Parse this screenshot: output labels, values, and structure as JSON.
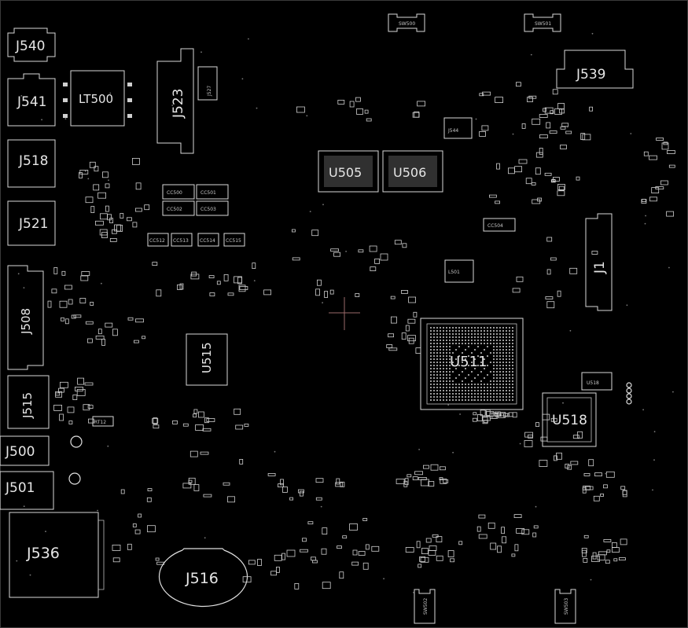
{
  "components": {
    "j540": "J540",
    "j541": "J541",
    "j518": "J518",
    "j521": "J521",
    "j508": "J508",
    "j515": "J515",
    "j500": "J500",
    "j501": "J501",
    "j536": "J536",
    "lt500": "LT500",
    "j523": "J523",
    "j527": "J527",
    "j516": "J516",
    "u505": "U505",
    "u506": "U506",
    "u515": "U515",
    "u511": "U511",
    "u518": "U518",
    "u518_small": "U518",
    "j539": "J539",
    "j544": "J544",
    "j1": "J1",
    "l501": "L501",
    "sw500": "SW500",
    "sw501": "SW501",
    "sw502": "SW502",
    "sw503": "SW503"
  },
  "small_labels": {
    "cc500": "CC500",
    "cc501": "CC501",
    "cc502": "CC502",
    "cc503": "CC503",
    "cc512": "CC512",
    "cc513": "CC513",
    "cc514": "CC514",
    "cc515": "CC515",
    "cc504": "CC504",
    "rt12": "RT12"
  }
}
